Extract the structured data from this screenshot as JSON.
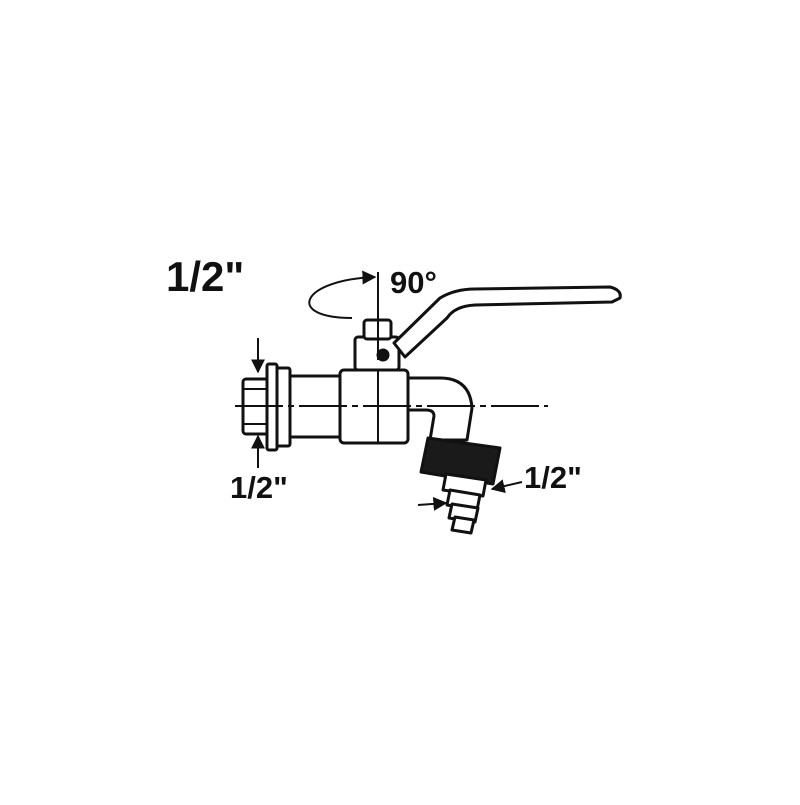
{
  "diagram": {
    "title": "1/2\"",
    "rotation_label": "90°",
    "inlet_thread_label": "1/2\"",
    "hose_connector_label": "1/2\""
  },
  "colors": {
    "line": "#111111",
    "background": "#ffffff",
    "gasket": "#1a1a1a"
  }
}
